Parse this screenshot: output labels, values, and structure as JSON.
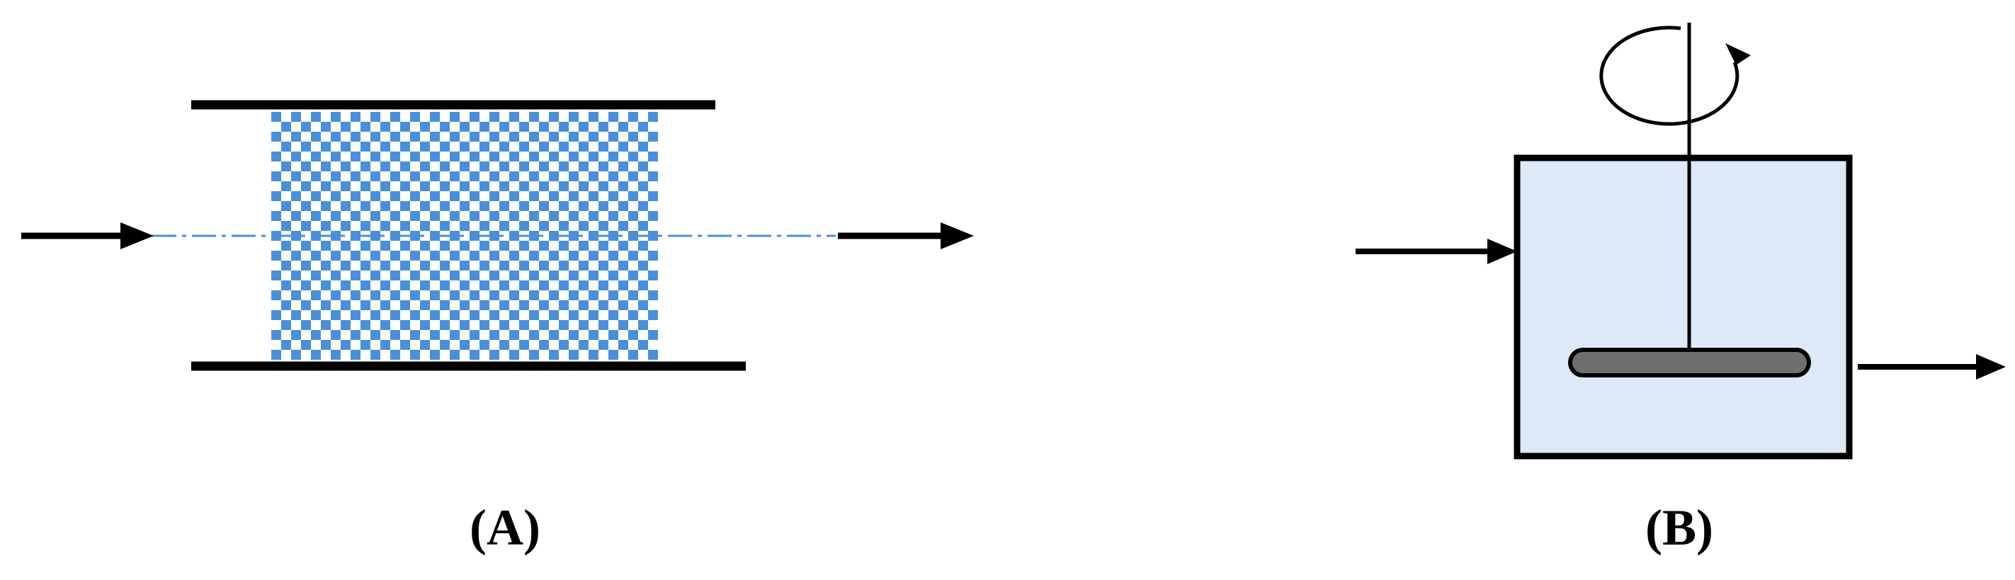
{
  "panels": [
    {
      "id": "A",
      "label": "(A)"
    },
    {
      "id": "B",
      "label": "(B)"
    }
  ],
  "colors": {
    "line": "#000000",
    "packing_blue": "#4a8fdb",
    "centerline": "#4a8fdb",
    "tank_fill": "#dde9f6",
    "impeller_fill": "#6f6f6f"
  }
}
